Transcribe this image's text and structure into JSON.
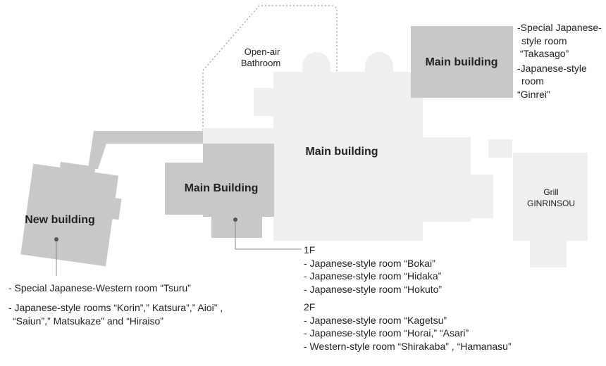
{
  "labels": {
    "open_air_1": "Open-air",
    "open_air_2": "Bathroom",
    "main_building_top": "Main building",
    "main_building_center": "Main building",
    "main_building_left": "Main Building",
    "new_building": "New building",
    "grill_1": "Grill",
    "grill_2": "GINRINSOU"
  },
  "top_right_rooms": [
    "-Special Japanese-",
    "style room",
    "“Takasago”",
    "-Japanese-style",
    "room",
    "“Ginrei”"
  ],
  "new_building_rooms": {
    "line1": "- Special Japanese-Western room “Tsuru”",
    "line2": "- Japanese-style rooms “Korin”,” Katsura”,” Aioi” ,",
    "line3": "“Saiun”,” Matsukaze” and “Hiraiso”"
  },
  "main_building_rooms": {
    "floor1": "1F",
    "floor1_items": [
      "- Japanese-style room “Bokai”",
      "- Japanese-style room “Hidaka”",
      "- Japanese-style room “Hokuto”"
    ],
    "floor2": "2F",
    "floor2_items": [
      "- Japanese-style room “Kagetsu”",
      "- Japanese-style room “Horai,” “Asari”",
      "- Western-style room “Shirakaba” , “Hamanasu”"
    ]
  },
  "colors": {
    "light_building": "#efefef",
    "dark_building": "#c8c8c8",
    "connector": "#c8c8c8",
    "leader_line": "#888888",
    "dot": "#555555"
  }
}
